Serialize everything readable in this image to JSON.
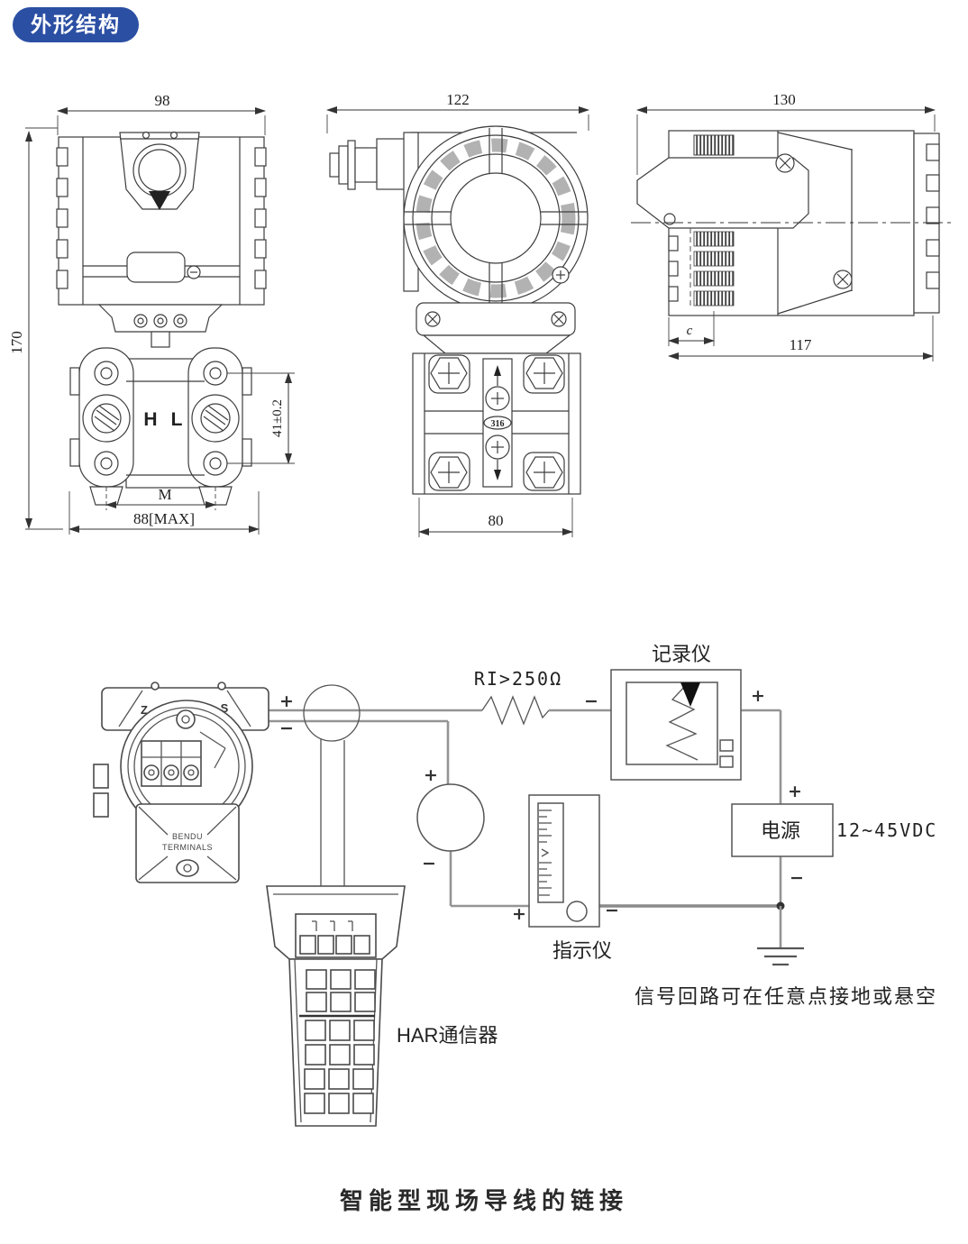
{
  "header": {
    "badge": "外形结构"
  },
  "outline": {
    "front_view": {
      "dim_width": "98",
      "dim_height": "170",
      "dim_bolt_span": "41±0.2",
      "dim_port": "M",
      "dim_max_width": "88[MAX]",
      "label_h": "H",
      "label_l": "L"
    },
    "side_view": {
      "dim_width": "122",
      "dim_flange_width": "80",
      "material_mark": "316"
    },
    "top_view": {
      "dim_width": "130",
      "dim_body_length": "117",
      "dim_clearance": "c"
    }
  },
  "wiring": {
    "transmitter": {
      "zero_mark": "Z",
      "span_mark": "S",
      "terminal_line1": "BENDU",
      "terminal_line2": "TERMINALS"
    },
    "resistor_label": "RI>250Ω",
    "recorder_label": "记录仪",
    "power_label": "电源",
    "power_range": "12~45VDC",
    "indicator_label": "指示仪",
    "communicator_label": "HAR通信器",
    "ground_note": "信号回路可在任意点接地或悬空",
    "plus": "+",
    "minus": "−"
  },
  "caption": "智能型现场导线的链接"
}
